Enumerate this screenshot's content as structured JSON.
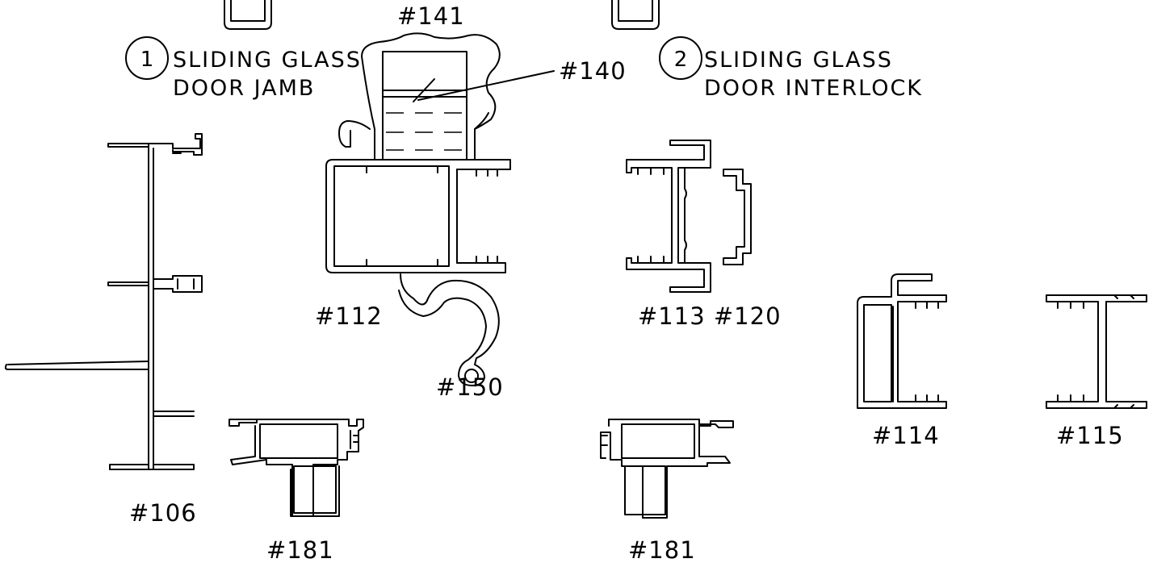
{
  "callouts": [
    {
      "number": "1",
      "line1": "SLIDING GLASS",
      "line2": "DOOR JAMB"
    },
    {
      "number": "2",
      "line1": "SLIDING GLASS",
      "line2": "DOOR INTERLOCK"
    }
  ],
  "parts": {
    "p141": "#141",
    "p140": "#140",
    "p112": "#112",
    "p150": "#150",
    "p113_120": "#113 #120",
    "p114": "#114",
    "p115": "#115",
    "p106": "#106",
    "p181a": "#181",
    "p181b": "#181"
  },
  "colors": {
    "line": "#000000",
    "background": "#ffffff"
  }
}
